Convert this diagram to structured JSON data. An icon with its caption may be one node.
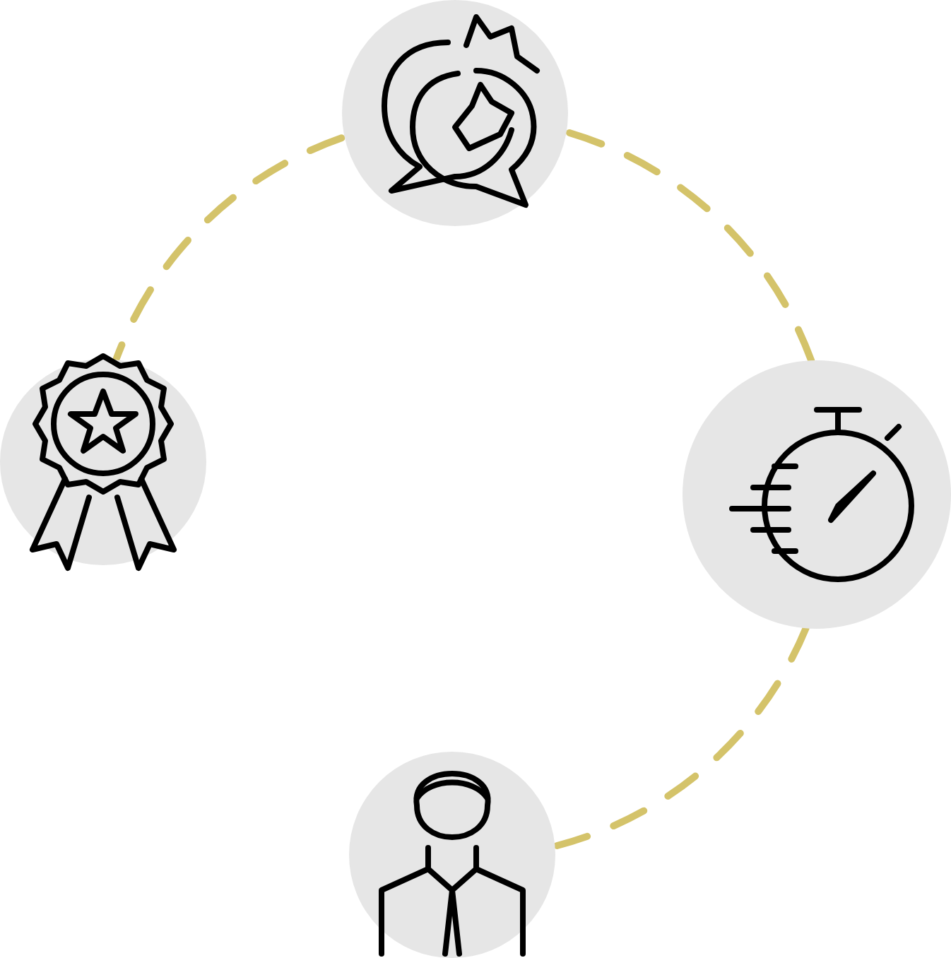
{
  "diagram": {
    "nodes": [
      {
        "text": [],
        "shape": "circle"
      },
      {
        "text": [],
        "shape": "circle"
      },
      {
        "text": [],
        "shape": "circle"
      },
      {
        "text": [],
        "shape": "circle"
      }
    ],
    "edges": [
      {
        "from": 0,
        "to": 1,
        "arrow": "none",
        "style": "dashed",
        "color": "#d4c36a"
      },
      {
        "from": 0,
        "to": 2,
        "arrow": "none",
        "style": "dashed",
        "color": "#d4c36a"
      },
      {
        "from": 2,
        "to": 3,
        "arrow": "none",
        "style": "dashed",
        "color": "#d4c36a"
      }
    ]
  }
}
